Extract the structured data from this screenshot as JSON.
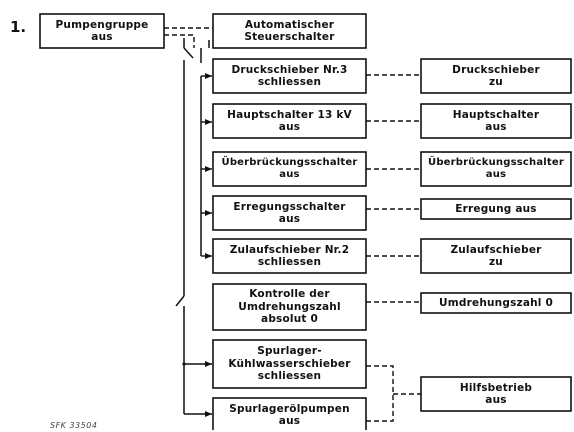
{
  "step_number": "1.",
  "source_box": "Pumpengruppe\naus",
  "actions": [
    "Automatischer\nSteuerschalter",
    "Druckschieber Nr.3\nschliessen",
    "Hauptschalter 13 kV\naus",
    "Überbrückungsschalter\naus",
    "Erregungsschalter\naus",
    "Zulaufschieber Nr.2\nschliessen",
    "Kontrolle der\nUmdrehungszahl\nabsolut 0",
    "Spurlager-\nKühlwasserschieber\nschliessen",
    "Spurlagerölpumpen\naus"
  ],
  "results": [
    "Druckschieber\nzu",
    "Hauptschalter\naus",
    "Überbrückungsschalter\naus",
    "Erregung aus",
    "Zulaufschieber\nzu",
    "Umdrehungszahl 0",
    "Hilfsbetrieb\naus"
  ],
  "signature": "SFK 33504"
}
